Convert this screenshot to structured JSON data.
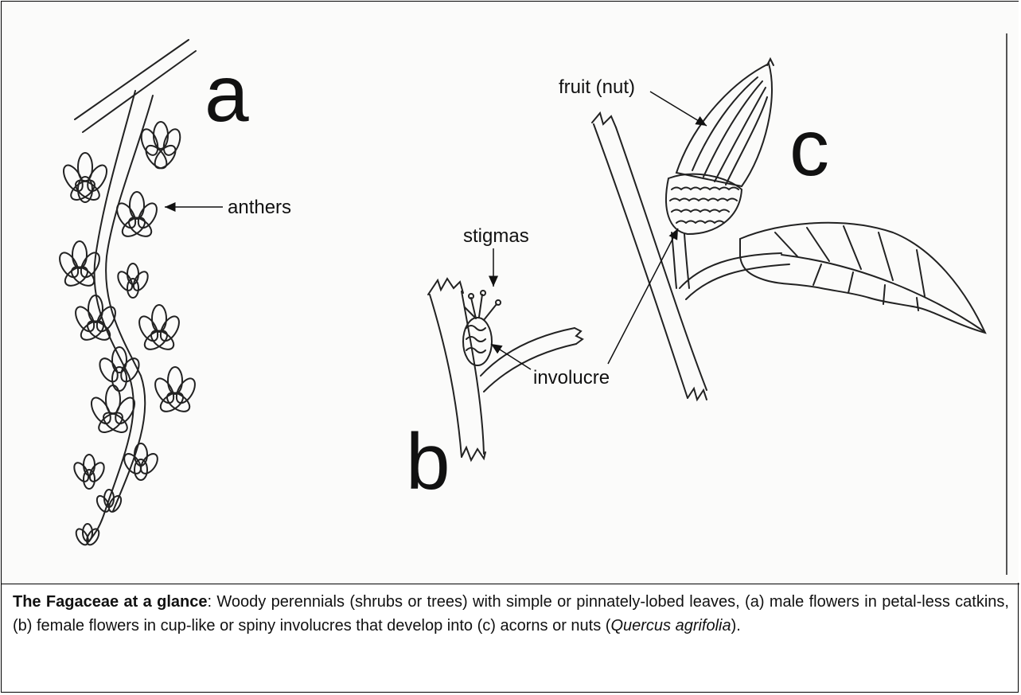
{
  "figure": {
    "panel_letters": {
      "a": "a",
      "b": "b",
      "c": "c"
    },
    "labels": {
      "anthers": "anthers",
      "stigmas": "stigmas",
      "involucre": "involucre",
      "fruit": "fruit (nut)"
    }
  },
  "caption": {
    "title": "The Fagaceae at a glance",
    "body_1": ": Woody perennials (shrubs or trees) with simple or pinnately-lobed leaves, (a) male flowers in petal-less catkins, (b) female flowers in cup-like or spiny involucres that develop into (c) acorns or nuts (",
    "species": "Quercus agrifolia",
    "body_2": ")."
  }
}
